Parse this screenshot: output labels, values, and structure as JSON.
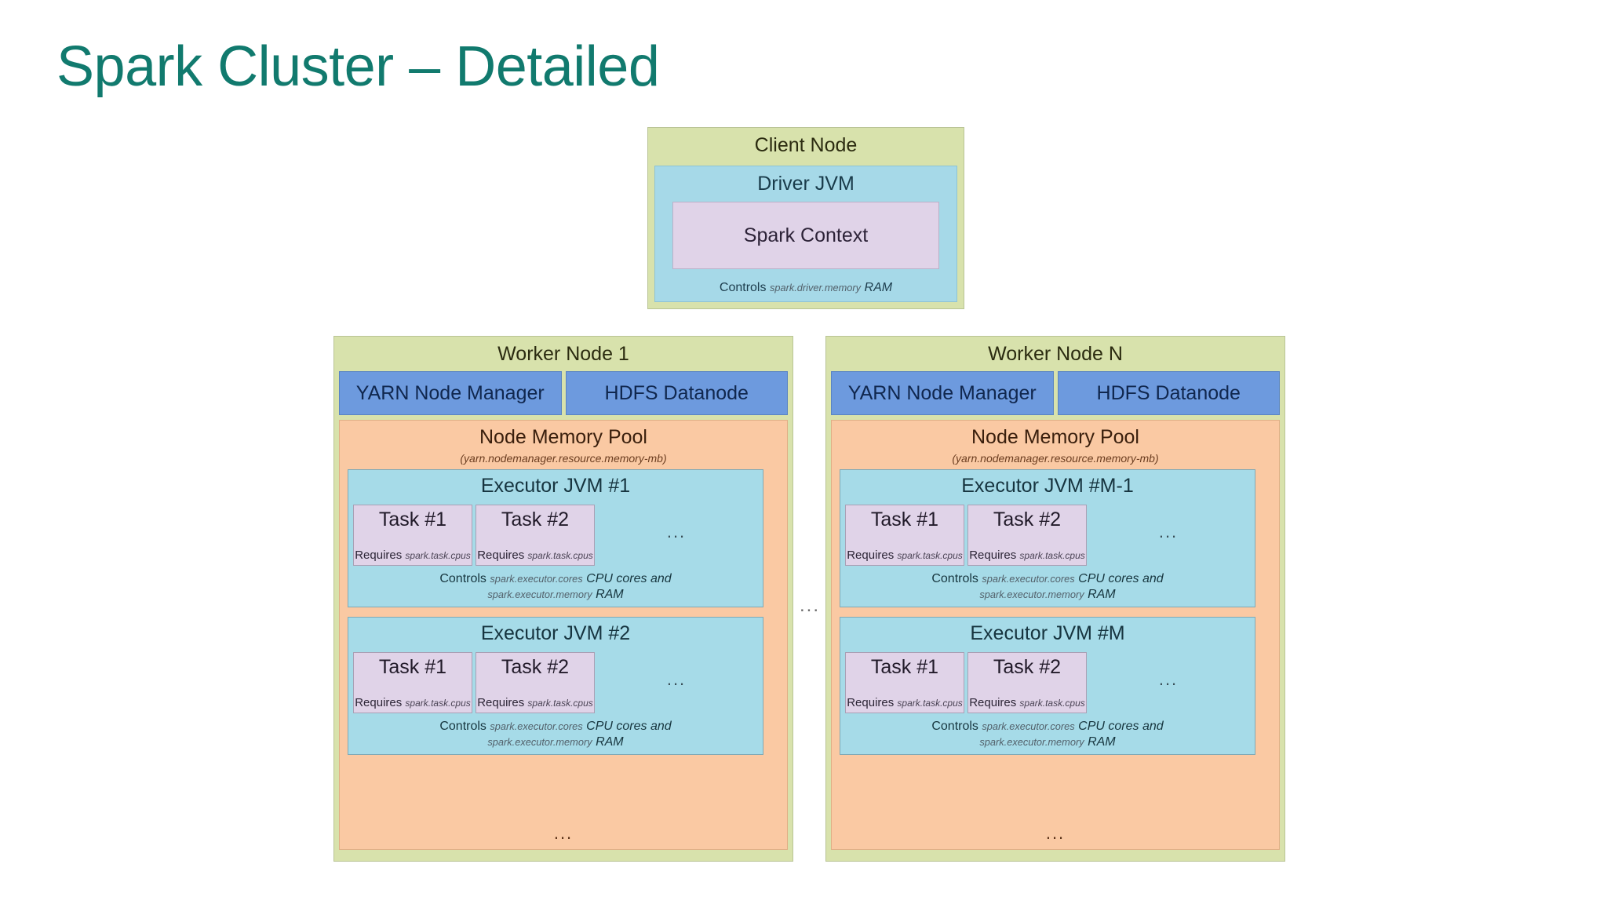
{
  "slide": {
    "title": "Spark Cluster – Detailed",
    "title_color": "#117a6e"
  },
  "palette": {
    "node_green": "#d8e2ac",
    "jvm_cyan": "#a6dbe8",
    "service_blue": "#6d9ade",
    "memory_orange": "#fac9a3",
    "task_lavender": "#e0d3e8"
  },
  "client_node": {
    "title": "Client Node",
    "driver": {
      "title": "Driver JVM",
      "spark_context": "Spark Context",
      "controls_prefix": "Controls",
      "controls_config": "spark.driver.memory",
      "controls_suffix": "RAM"
    }
  },
  "workers": [
    {
      "title": "Worker Node 1",
      "services": [
        "YARN Node Manager",
        "HDFS Datanode"
      ],
      "memory_pool": {
        "title": "Node Memory Pool",
        "config": "(yarn.nodemanager.resource.memory-mb)",
        "ellipsis": "..."
      },
      "executors": [
        {
          "title": "Executor JVM #1",
          "tasks": [
            {
              "title": "Task #1",
              "requires_prefix": "Requires",
              "requires_config": "spark.task.cpus"
            },
            {
              "title": "Task #2",
              "requires_prefix": "Requires",
              "requires_config": "spark.task.cpus"
            }
          ],
          "tasks_ellipsis": "...",
          "controls_prefix": "Controls",
          "controls_cores_config": "spark.executor.cores",
          "controls_cores_text": "CPU cores and",
          "controls_mem_config": "spark.executor.memory",
          "controls_mem_text": "RAM"
        },
        {
          "title": "Executor JVM #2",
          "tasks": [
            {
              "title": "Task #1",
              "requires_prefix": "Requires",
              "requires_config": "spark.task.cpus"
            },
            {
              "title": "Task #2",
              "requires_prefix": "Requires",
              "requires_config": "spark.task.cpus"
            }
          ],
          "tasks_ellipsis": "...",
          "controls_prefix": "Controls",
          "controls_cores_config": "spark.executor.cores",
          "controls_cores_text": "CPU cores and",
          "controls_mem_config": "spark.executor.memory",
          "controls_mem_text": "RAM"
        }
      ]
    },
    {
      "title": "Worker Node N",
      "services": [
        "YARN Node Manager",
        "HDFS Datanode"
      ],
      "memory_pool": {
        "title": "Node Memory Pool",
        "config": "(yarn.nodemanager.resource.memory-mb)",
        "ellipsis": "..."
      },
      "executors": [
        {
          "title": "Executor JVM #M-1",
          "tasks": [
            {
              "title": "Task #1",
              "requires_prefix": "Requires",
              "requires_config": "spark.task.cpus"
            },
            {
              "title": "Task #2",
              "requires_prefix": "Requires",
              "requires_config": "spark.task.cpus"
            }
          ],
          "tasks_ellipsis": "...",
          "controls_prefix": "Controls",
          "controls_cores_config": "spark.executor.cores",
          "controls_cores_text": "CPU cores and",
          "controls_mem_config": "spark.executor.memory",
          "controls_mem_text": "RAM"
        },
        {
          "title": "Executor JVM #M",
          "tasks": [
            {
              "title": "Task #1",
              "requires_prefix": "Requires",
              "requires_config": "spark.task.cpus"
            },
            {
              "title": "Task #2",
              "requires_prefix": "Requires",
              "requires_config": "spark.task.cpus"
            }
          ],
          "tasks_ellipsis": "...",
          "controls_prefix": "Controls",
          "controls_cores_config": "spark.executor.cores",
          "controls_cores_text": "CPU cores and",
          "controls_mem_config": "spark.executor.memory",
          "controls_mem_text": "RAM"
        }
      ]
    }
  ],
  "between_nodes_ellipsis": "..."
}
